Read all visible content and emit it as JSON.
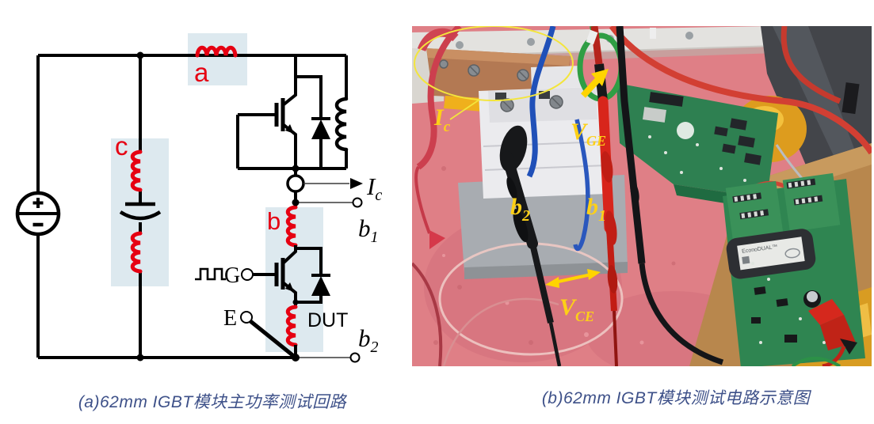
{
  "figure": {
    "caption_a": "(a)62mm IGBT模块主功率测试回路",
    "caption_b": "(b)62mm IGBT模块测试电路示意图",
    "caption_color": "#3e5189"
  },
  "circuit": {
    "stray_inductor_a": "a",
    "stray_inductor_b": "b",
    "stray_inductor_c": "c",
    "gate_terminal": "G",
    "emitter_terminal": "E",
    "dut_label": "DUT",
    "collector_current": {
      "symbol": "I",
      "subscript": "c"
    },
    "terminal_b1": {
      "symbol": "b",
      "subscript": "1"
    },
    "terminal_b2": {
      "symbol": "b",
      "subscript": "2"
    },
    "colors": {
      "highlight": "#dde9ef",
      "coil": "#e60012",
      "wire": "#000000"
    }
  },
  "photo": {
    "label_ic": {
      "symbol": "I",
      "subscript": "c"
    },
    "label_vge": {
      "symbol": "V",
      "subscript": "GE"
    },
    "label_vce": {
      "symbol": "V",
      "subscript": "CE"
    },
    "label_b1": {
      "symbol": "b",
      "subscript": "1"
    },
    "label_b2": {
      "symbol": "b",
      "subscript": "2"
    },
    "module_text": "EconoDUAL™",
    "annotation_color": "#fdd017"
  }
}
